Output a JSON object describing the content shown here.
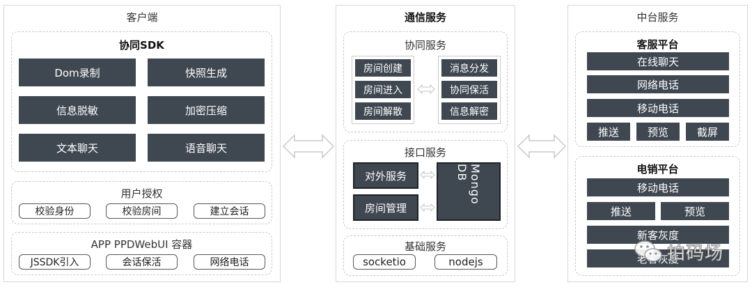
{
  "client": {
    "title": "客户端",
    "sdk": {
      "title": "协同SDK",
      "items": [
        "Dom录制",
        "快照生成",
        "信息脱敏",
        "加密压缩",
        "文本聊天",
        "语音聊天"
      ]
    },
    "auth": {
      "title": "用户授权",
      "items": [
        "校验身份",
        "校验房间",
        "建立会话"
      ]
    },
    "container": {
      "title": "APP PPDWebUI 容器",
      "items": [
        "JSSDK引入",
        "会话保活",
        "网络电话"
      ]
    }
  },
  "comm": {
    "title": "通信服务",
    "collab": {
      "title": "协同服务",
      "left": [
        "房间创建",
        "房间进入",
        "房间解散"
      ],
      "right": [
        "消息分发",
        "协同保活",
        "信息解密"
      ]
    },
    "api": {
      "title": "接口服务",
      "left": [
        "对外服务",
        "房间管理"
      ],
      "db": "Mongo DB"
    },
    "base": {
      "title": "基础服务",
      "items": [
        "socketio",
        "nodejs"
      ]
    }
  },
  "middle": {
    "title": "中台服务",
    "cs": {
      "title": "客服平台",
      "rows": [
        "在线聊天",
        "网络电话",
        "移动电话"
      ],
      "bottom": [
        "推送",
        "预览",
        "截屏"
      ]
    },
    "tele": {
      "title": "电销平台",
      "row1": "移动电话",
      "row2": [
        "推送",
        "预览"
      ],
      "rows": [
        "新客灰度",
        "老客灰度"
      ]
    }
  },
  "watermark": "拍码场"
}
